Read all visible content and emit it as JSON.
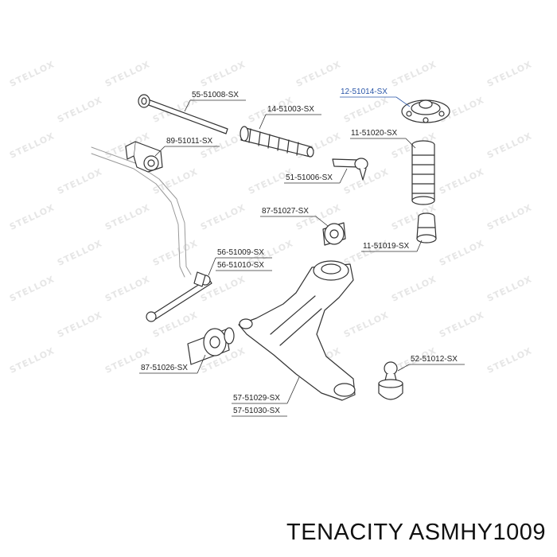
{
  "callouts": [
    {
      "id": "tie-rod",
      "text": "55-51008-SX",
      "highlight": false
    },
    {
      "id": "strut-mount",
      "text": "12-51014-SX",
      "highlight": true
    },
    {
      "id": "steering-boot",
      "text": "14-51003-SX",
      "highlight": false
    },
    {
      "id": "stabilizer-bushing",
      "text": "89-51011-SX",
      "highlight": false
    },
    {
      "id": "shock-boot",
      "text": "11-51020-SX",
      "highlight": false
    },
    {
      "id": "tie-rod-end",
      "text": "51-51006-SX",
      "highlight": false
    },
    {
      "id": "arm-bushing-front",
      "text": "87-51027-SX",
      "highlight": false
    },
    {
      "id": "bump-stop",
      "text": "11-51019-SX",
      "highlight": false
    },
    {
      "id": "stabilizer-link-1",
      "text": "56-51009-SX",
      "highlight": false
    },
    {
      "id": "stabilizer-link-2",
      "text": "56-51010-SX",
      "highlight": false
    },
    {
      "id": "arm-bushing-rear",
      "text": "87-51026-SX",
      "highlight": false
    },
    {
      "id": "ball-joint",
      "text": "52-51012-SX",
      "highlight": false
    },
    {
      "id": "control-arm-1",
      "text": "57-51029-SX",
      "highlight": false
    },
    {
      "id": "control-arm-2",
      "text": "57-51030-SX",
      "highlight": false
    }
  ],
  "watermark": "STELLOX",
  "caption": "TENACITY ASMHY1009",
  "colors": {
    "highlight": "#2a56a8",
    "line": "#333333",
    "watermark": "#e6e6e6"
  }
}
